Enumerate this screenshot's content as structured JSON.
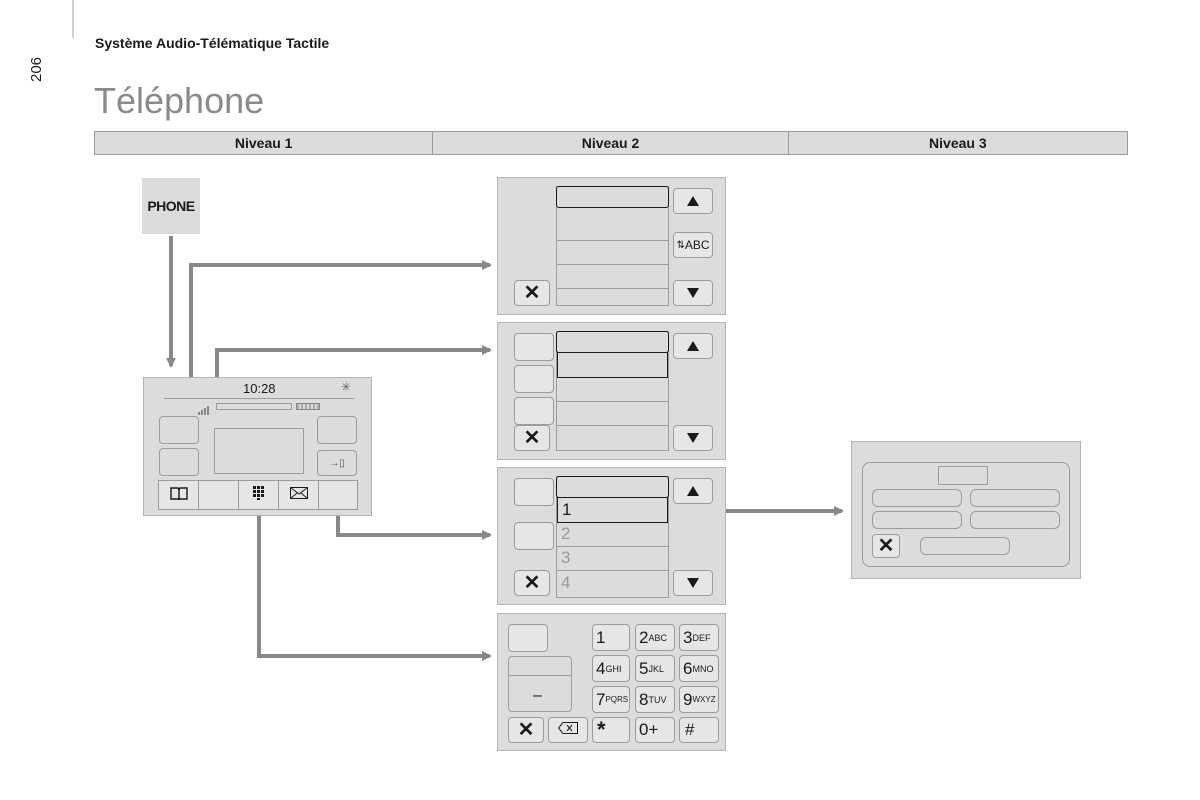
{
  "header": {
    "running_title": "Système Audio-Télématique Tactile",
    "page_number": "206",
    "title": "Téléphone"
  },
  "levels": [
    "Niveau 1",
    "Niveau 2",
    "Niveau 3"
  ],
  "phone_key": {
    "label": "PHONE"
  },
  "main_screen": {
    "time": "10:28",
    "icons": [
      "bluetooth-icon",
      "signal-icon",
      "battery-icon",
      "contacts-book-icon",
      "keypad-icon",
      "message-envelope-icon",
      "transfer-call-icon"
    ]
  },
  "sort_button": {
    "label": "ABC"
  },
  "call_list": {
    "items": [
      "1",
      "2",
      "3",
      "4"
    ]
  },
  "keypad": {
    "keys": [
      {
        "digit": "1",
        "letters": ""
      },
      {
        "digit": "2",
        "letters": "ABC"
      },
      {
        "digit": "3",
        "letters": "DEF"
      },
      {
        "digit": "4",
        "letters": "GHI"
      },
      {
        "digit": "5",
        "letters": "JKL"
      },
      {
        "digit": "6",
        "letters": "MNO"
      },
      {
        "digit": "7",
        "letters": "PQRS"
      },
      {
        "digit": "8",
        "letters": "TUV"
      },
      {
        "digit": "9",
        "letters": "WXYZ"
      }
    ],
    "bottom_keys": [
      "*",
      "0+",
      "#"
    ],
    "dash": "–"
  },
  "symbols": {
    "close": "✕"
  }
}
